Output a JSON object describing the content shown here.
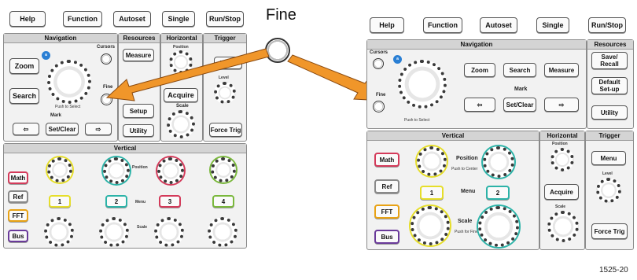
{
  "top_buttons": [
    "Help",
    "Function",
    "Autoset",
    "Single",
    "Run/Stop"
  ],
  "fine_callout": "Fine",
  "figure_id": "1525-20",
  "left_panel": {
    "navigation": "Navigation",
    "cursors": "Cursors",
    "zoom": "Zoom",
    "search": "Search",
    "fine": "Fine",
    "push_select": "Push to Select",
    "mark": "Mark",
    "set_clear": "Set/Clear",
    "resources": "Resources",
    "measure": "Measure",
    "setup": "Setup",
    "utility": "Utility",
    "horizontal": "Horizontal",
    "position": "Position",
    "acquire": "Acquire",
    "scale": "Scale",
    "trigger": "Trigger",
    "menu": "Menu",
    "level": "Level",
    "force_trig": "Force Trig",
    "vertical": "Vertical",
    "math": "Math",
    "ref": "Ref",
    "fft": "FFT",
    "bus": "Bus",
    "ch": [
      "1",
      "2",
      "3",
      "4"
    ],
    "position_label": "Position",
    "menu_label": "Menu",
    "scale_label": "Scale"
  },
  "right_panel": {
    "navigation": "Navigation",
    "cursors": "Cursors",
    "fine": "Fine",
    "zoom": "Zoom",
    "search": "Search",
    "measure": "Measure",
    "mark": "Mark",
    "set_clear": "Set/Clear",
    "push_select": "Push to Select",
    "resources": "Resources",
    "save_recall": "Save/ Recall",
    "default_setup": "Default Set-up",
    "utility": "Utility",
    "vertical": "Vertical",
    "math": "Math",
    "ref": "Ref",
    "fft": "FFT",
    "bus": "Bus",
    "position": "Position",
    "push_center": "Push to Center",
    "menu": "Menu",
    "ch1": "1",
    "ch2": "2",
    "scale": "Scale",
    "push_fine": "Push for Fine Resolution",
    "horizontal": "Horizontal",
    "h_position": "Position",
    "acquire": "Acquire",
    "h_scale": "Scale",
    "trigger": "Trigger",
    "t_menu": "Menu",
    "level": "Level",
    "force_trig": "Force Trig"
  }
}
